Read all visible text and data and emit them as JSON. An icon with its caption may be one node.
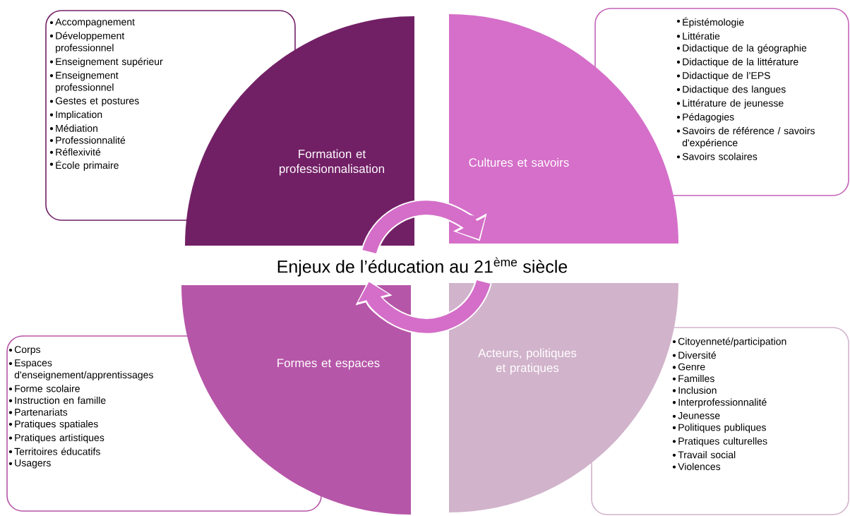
{
  "diagram": {
    "title": "Enjeux de l’éducation au 21$^{ème}$ siècle",
    "nodes": [
      {
        "text": [
          "Formation et professionnalisation"
        ]
      },
      {
        "text": [
          "Cultures et savoirs"
        ]
      },
      {
        "text": [
          "Formes et espaces"
        ]
      },
      {
        "text": [
          "Acteurs, politiques et pratiques"
        ]
      },
      {
        "text": [
          "Accompagnement",
          "Développement professionnel",
          "Enseignement supérieur",
          "Enseignement professionnel",
          "Gestes et postures",
          "Implication",
          "Médiation",
          "Professionnalité",
          "Réflexivité",
          "École primaire"
        ]
      },
      {
        "text": [
          "Épistémologie",
          "Littératie",
          "Didactique de la géographie",
          "Didactique de la littérature",
          "Didactique de l’EPS",
          "Didactique des langues",
          "Littérature de jeunesse",
          "Pédagogies",
          "Savoirs de référence / savoirs d'expérience",
          "Savoirs scolaires"
        ]
      },
      {
        "text": [
          "Corps",
          "Espaces d'enseignement/apprentissages",
          "Forme scolaire",
          "Instruction en famille",
          "Partenariats",
          "Pratiques spatiales",
          "Pratiques artistiques",
          "Territoires éducatifs",
          "Usagers"
        ]
      },
      {
        "text": [
          "Citoyenneté/participation",
          "Diversité",
          "Genre",
          "Familles",
          "Inclusion",
          "Interprofessionnalité",
          "Jeunesse",
          "Politiques publiques",
          "Pratiques culturelles",
          "Travail social",
          "Violences"
        ]
      }
    ],
    "edges": [
      {
        "from": 0,
        "to": 1,
        "arrow": "to"
      },
      {
        "from": 3,
        "to": 2,
        "arrow": "to"
      }
    ]
  }
}
